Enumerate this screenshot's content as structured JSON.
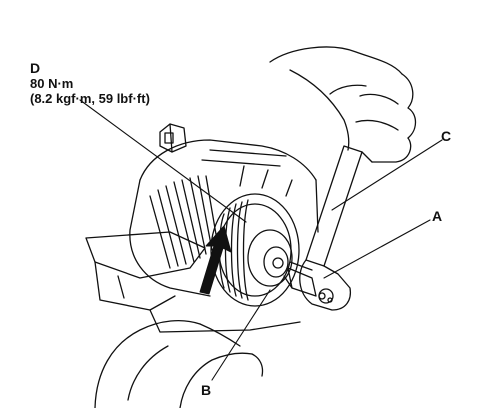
{
  "callouts": {
    "d": {
      "letter": "D",
      "torque_primary": "80 N·m",
      "torque_alternate": "(8.2 kgf·m, 59 lbf·ft)"
    },
    "c": {
      "letter": "C"
    },
    "a": {
      "letter": "A"
    },
    "b": {
      "letter": "B"
    }
  },
  "colors": {
    "ink": "#111111",
    "paper": "#ffffff",
    "arrow_fill": "#111111"
  }
}
